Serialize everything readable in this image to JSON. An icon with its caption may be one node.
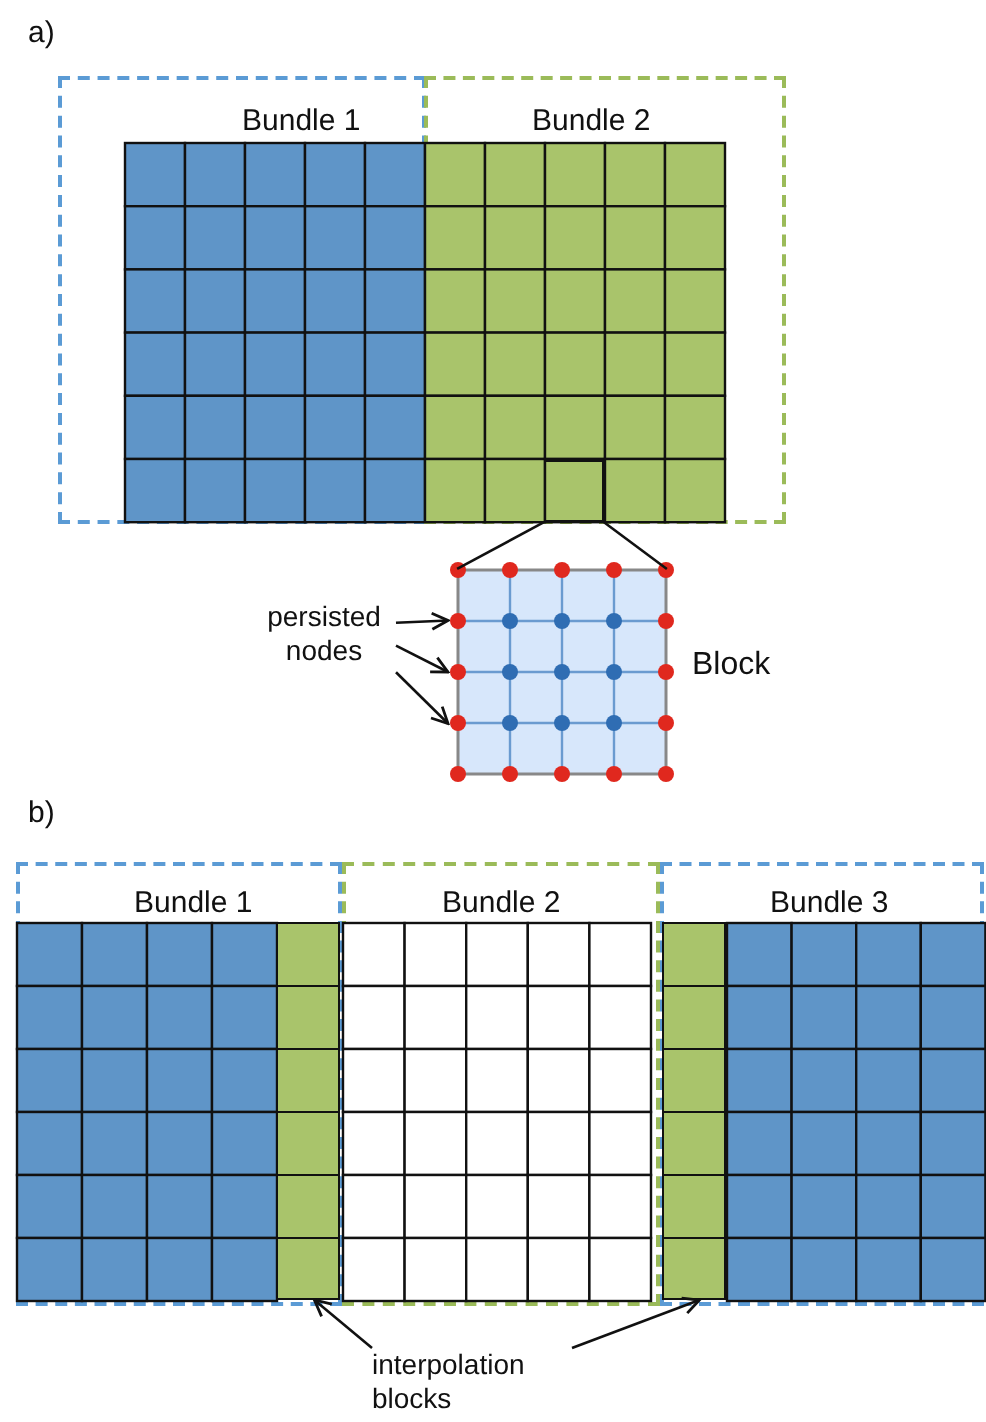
{
  "diagram": {
    "nodes": [
      {
        "text": [
          "Bundle 1"
        ]
      },
      {
        "text": [
          "Bundle 2"
        ]
      },
      {
        "text": [],
        "shape": "box",
        "in": 1
      },
      {
        "text": [
          "persisted nodes"
        ]
      },
      {
        "text": [
          "Block"
        ]
      },
      {
        "text": [
          "Bundle 1"
        ]
      },
      {
        "text": [],
        "shape": "bar",
        "in": 5
      },
      {
        "text": [
          "Bundle 2"
        ]
      },
      {
        "text": [
          "Bundle 3"
        ]
      },
      {
        "text": [],
        "shape": "bar",
        "in": 8
      },
      {
        "text": [
          "interpolation blocks"
        ]
      }
    ],
    "edges": [
      {
        "from": 2,
        "to": 4,
        "arrow": "none"
      },
      {
        "from": 2,
        "to": 4,
        "arrow": "none"
      },
      {
        "from": 3,
        "to": 4,
        "arrow": "to"
      },
      {
        "from": 3,
        "to": 4,
        "arrow": "to"
      },
      {
        "from": 3,
        "to": 4,
        "arrow": "to"
      },
      {
        "from": 10,
        "to": 6,
        "arrow": "to"
      },
      {
        "from": 10,
        "to": 9,
        "arrow": "to"
      }
    ],
    "labels": [
      "a)",
      "b)"
    ]
  }
}
